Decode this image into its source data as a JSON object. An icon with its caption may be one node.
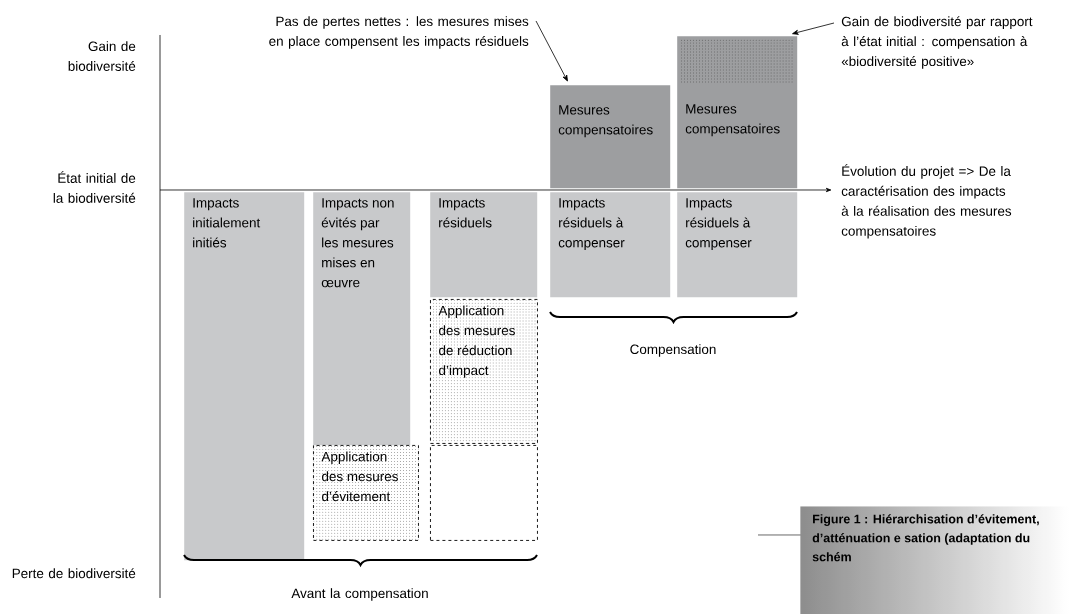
{
  "diagram": {
    "caption": "Figure 1 : Hiérarchisation d’évitement, d’atténuation e sation (adaptation du schém",
    "nodes": [
      {
        "text": [
          "Pas de pertes nettes : les mesures mises en place compensent les impacts résiduels"
        ]
      },
      {
        "text": [
          "Gain de biodiversité par rapport à l’état initial : compensation à «biodiversité positive»"
        ]
      },
      {
        "text": [
          "Mesures compensatoires"
        ]
      },
      {
        "text": [
          "Mesures compensatoires"
        ]
      },
      {
        "text": [
          "Impacts initialement initiés"
        ]
      },
      {
        "text": [
          "Impacts non évités par les mesures mises en œuvre"
        ]
      },
      {
        "text": [
          "Impacts résiduels"
        ]
      },
      {
        "text": [
          "Impacts résiduels à compenser"
        ]
      },
      {
        "text": [
          "Impacts résiduels à compenser"
        ]
      },
      {
        "text": [
          "Application des mesures d’évitement"
        ]
      },
      {
        "text": [
          "Application des mesures de réduction d’impact"
        ]
      },
      {
        "text": [],
        "shape": "box"
      }
    ],
    "edges": [
      {
        "from": 0,
        "to": 2,
        "arrow": "to"
      },
      {
        "from": 1,
        "to": 3,
        "arrow": "to"
      }
    ],
    "labels": [
      "Gain de biodiversité",
      "État initial de la biodiversité",
      "Évolution du projet => De la caractérisation des impacts à la réalisation des mesures compensatoires",
      "Compensation",
      "Perte de biodiversité",
      "Avant la compensation"
    ]
  }
}
